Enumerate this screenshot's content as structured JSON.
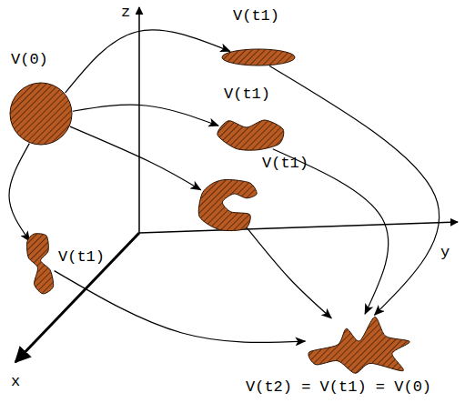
{
  "diagram": {
    "nodes": [
      {
        "text": [
          "V(0)"
        ]
      },
      {
        "text": [
          "V(t1)"
        ]
      },
      {
        "text": [
          "V(t1)"
        ]
      },
      {
        "text": [
          "V(t1)"
        ]
      },
      {
        "text": [
          "V(t1)"
        ]
      },
      {
        "text": [
          "V(t2) = V(t1) = V(0)"
        ]
      }
    ],
    "edges": [
      {
        "from": 0,
        "to": 1,
        "arrow": "to"
      },
      {
        "from": 0,
        "to": 2,
        "arrow": "to"
      },
      {
        "from": 0,
        "to": 3,
        "arrow": "to"
      },
      {
        "from": 0,
        "to": 4,
        "arrow": "to"
      },
      {
        "from": 1,
        "to": 5,
        "arrow": "to"
      },
      {
        "from": 2,
        "to": 5,
        "arrow": "to"
      },
      {
        "from": 3,
        "to": 5,
        "arrow": "to"
      },
      {
        "from": 4,
        "to": 5,
        "arrow": "to"
      }
    ],
    "labels": [
      "z",
      "y",
      "x"
    ]
  }
}
